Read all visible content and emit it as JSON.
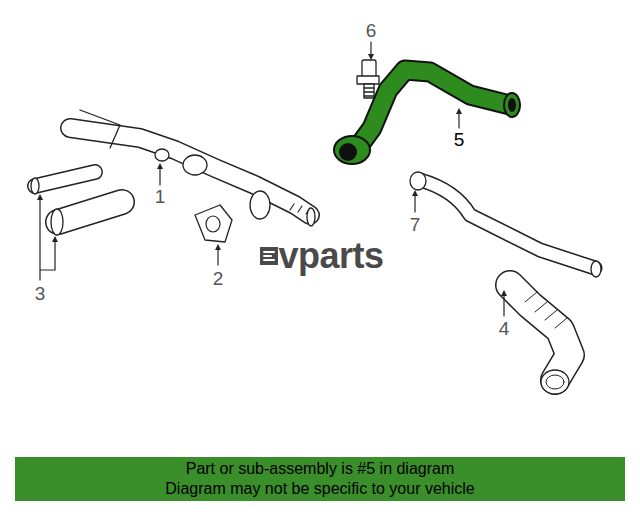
{
  "diagram": {
    "nodes": [
      {
        "text": [
          "Part or sub-assembly is #5 in diagram",
          "Diagram may not be specific to your vehicle"
        ]
      }
    ],
    "labels": [
      "6",
      "5",
      "1",
      "7",
      "2",
      "3",
      "4",
      "vparts"
    ]
  }
}
